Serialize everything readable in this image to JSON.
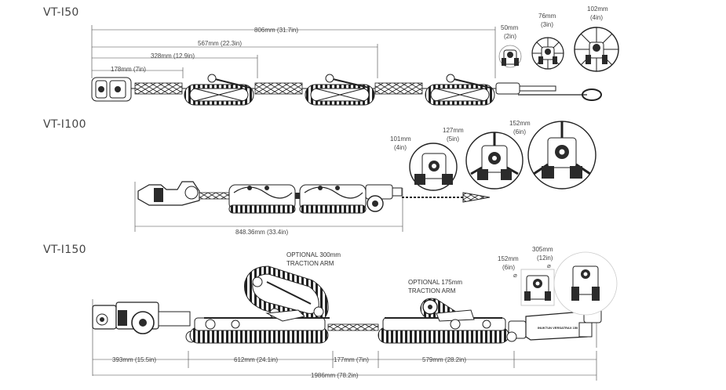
{
  "models": [
    {
      "title": "VT-I50",
      "dims": [
        "806mm (31.7in)",
        "567mm (22.3in)",
        "328mm (12.9in)",
        "178mm (7in)"
      ],
      "sizes": [
        {
          "value": "50mm",
          "sub": "(2in)"
        },
        {
          "value": "76mm",
          "sub": "(3in)"
        },
        {
          "value": "102mm",
          "sub": "(4in)"
        }
      ]
    },
    {
      "title": "VT-I100",
      "dims": [
        "848.36mm (33.4in)"
      ],
      "sizes": [
        {
          "value": "101mm",
          "sub": "(4in)"
        },
        {
          "value": "127mm",
          "sub": "(5in)"
        },
        {
          "value": "152mm",
          "sub": "(6in)"
        }
      ]
    },
    {
      "title": "VT-I150",
      "dims": [
        "393mm (15.5in)",
        "612mm (24.1in)",
        "177mm (7in)",
        "579mm (28.2in)",
        "1986mm (78.2in)"
      ],
      "sizes": [
        {
          "value": "152mm",
          "sub": "(6in)"
        },
        {
          "value": "305mm",
          "sub": "(12in)"
        }
      ],
      "notes": [
        {
          "line1": "OPTIONAL 300mm",
          "line2": "TRACTION ARM"
        },
        {
          "line1": "OPTIONAL 175mm",
          "line2": "TRACTION ARM"
        }
      ],
      "body_label": "INUKTUN VERSATRAX 150"
    }
  ]
}
